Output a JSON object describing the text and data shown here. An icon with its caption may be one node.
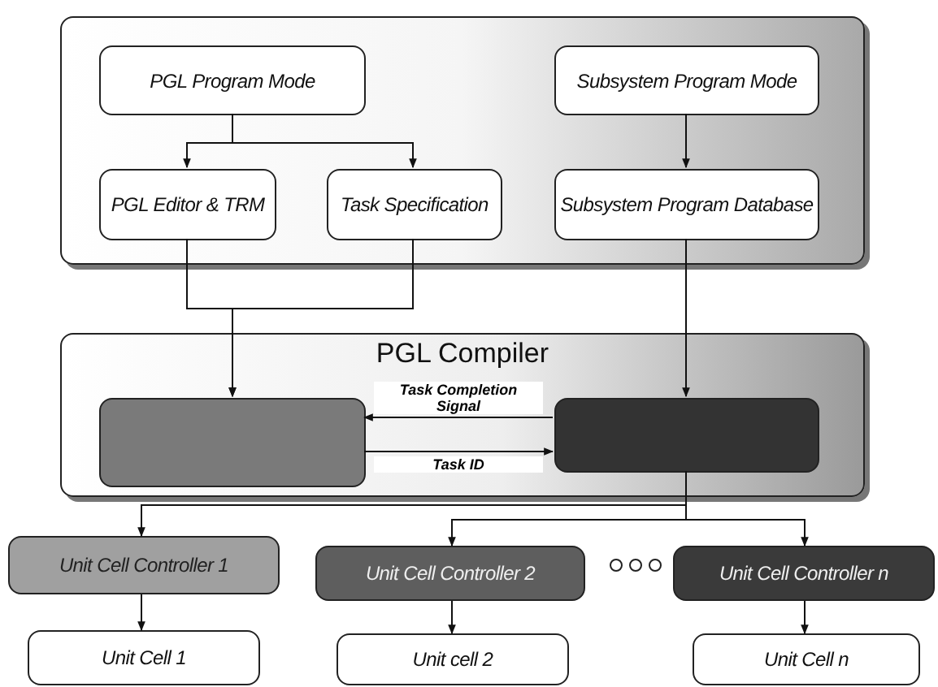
{
  "diagram": {
    "nodes": [
      {
        "text": [],
        "shape": "box"
      },
      {
        "text": [
          "PGL Program Mode"
        ],
        "in": 0
      },
      {
        "text": [
          "Subsystem Program Mode"
        ],
        "in": 0
      },
      {
        "text": [
          "PGL Editor & TRM"
        ],
        "in": 0
      },
      {
        "text": [
          "Task Specification"
        ],
        "in": 0
      },
      {
        "text": [
          "Subsystem Program Database"
        ],
        "in": 0
      },
      {
        "text": [
          "PGL Compiler"
        ]
      },
      {
        "text": [],
        "shape": "box",
        "in": 6
      },
      {
        "text": [],
        "shape": "box",
        "in": 6
      },
      {
        "text": [
          "Unit Cell Controller 1"
        ]
      },
      {
        "text": [
          "Unit Cell Controller 2"
        ]
      },
      {
        "text": [
          "Unit Cell Controller n"
        ]
      },
      {
        "text": [
          "Unit Cell 1"
        ]
      },
      {
        "text": [
          "Unit cell 2"
        ]
      },
      {
        "text": [
          "Unit Cell n"
        ]
      }
    ],
    "edges": [
      {
        "from": 1,
        "to": 3,
        "arrow": "to"
      },
      {
        "from": 1,
        "to": 4,
        "arrow": "to"
      },
      {
        "from": 2,
        "to": 5,
        "arrow": "to"
      },
      {
        "from": 3,
        "to": 7,
        "arrow": "to"
      },
      {
        "from": 4,
        "to": 7,
        "arrow": "to"
      },
      {
        "from": 5,
        "to": 8,
        "arrow": "to"
      },
      {
        "from": 8,
        "to": 7,
        "arrow": "to",
        "label": "Task Completion Signal"
      },
      {
        "from": 7,
        "to": 8,
        "arrow": "to",
        "label": "Task ID"
      },
      {
        "from": 8,
        "to": 9,
        "arrow": "to"
      },
      {
        "from": 8,
        "to": 10,
        "arrow": "to"
      },
      {
        "from": 8,
        "to": 11,
        "arrow": "to"
      },
      {
        "from": 9,
        "to": 12,
        "arrow": "to"
      },
      {
        "from": 10,
        "to": 13,
        "arrow": "to"
      },
      {
        "from": 11,
        "to": 14,
        "arrow": "to"
      }
    ]
  }
}
